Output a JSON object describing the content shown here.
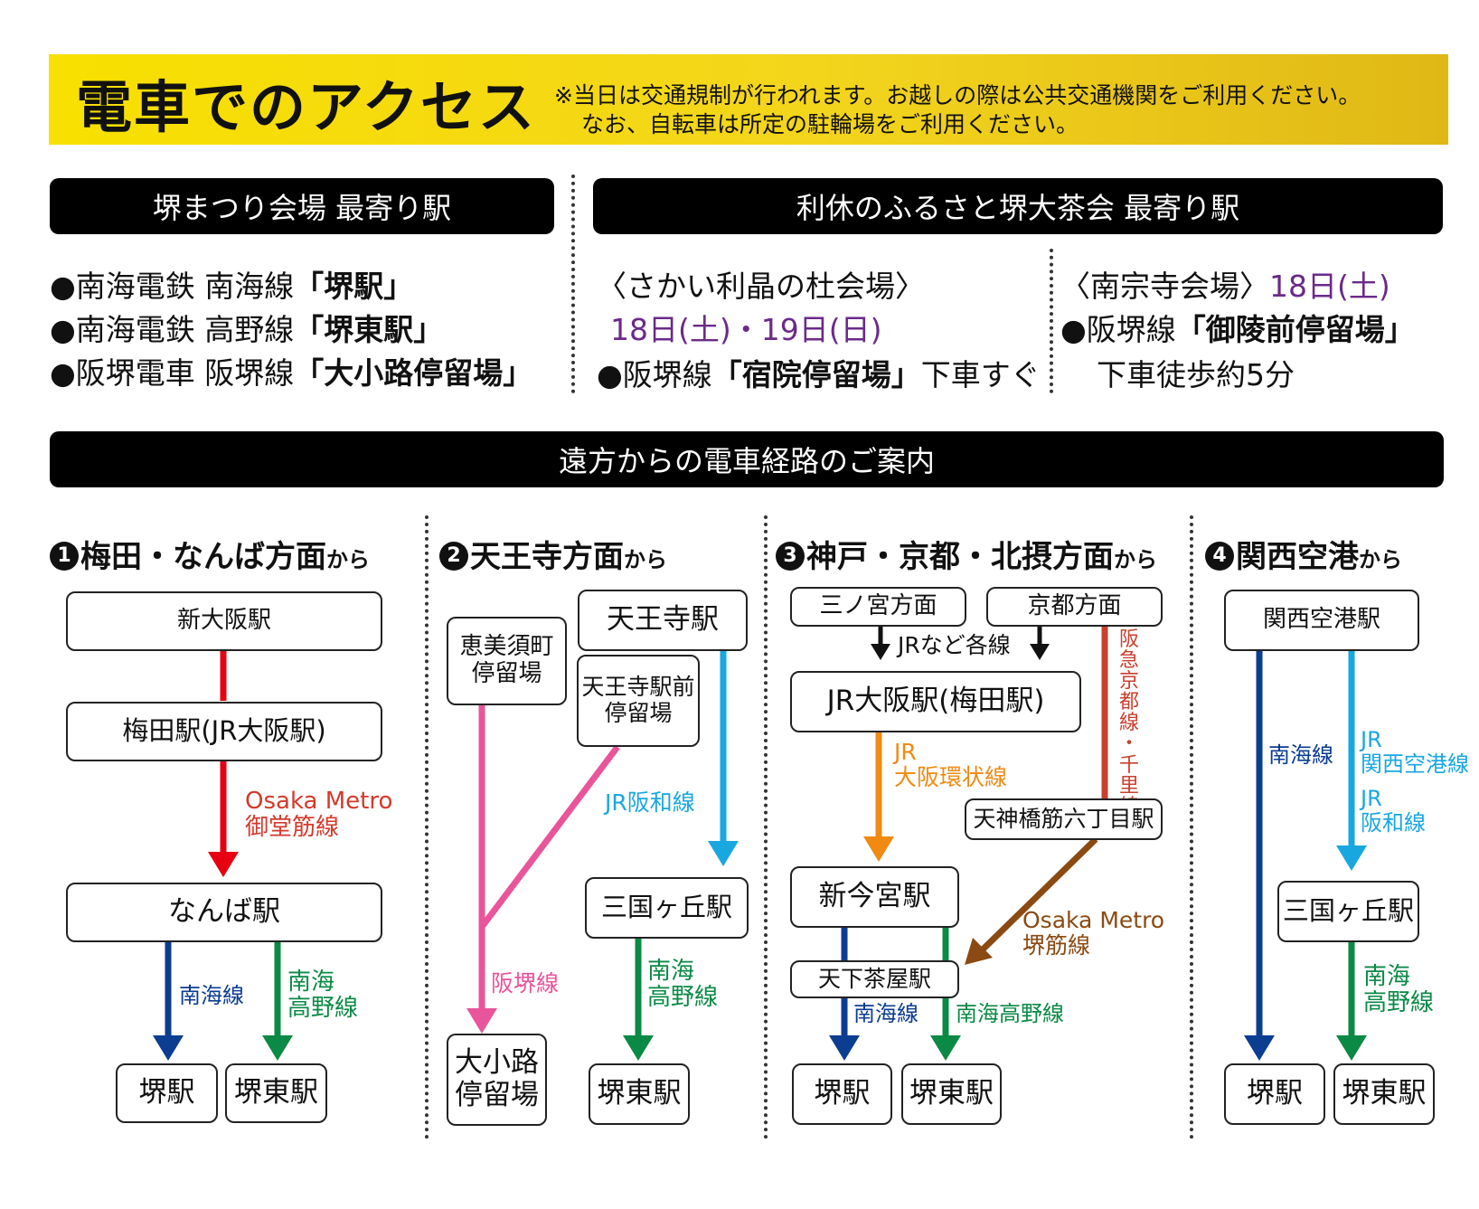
{
  "header": {
    "title": "電車でのアクセス",
    "note_line1": "※当日は交通規制が行われます。お越しの際は公共交通機関をご利用ください。",
    "note_line2": "なお、自転車は所定の駐輪場をご利用ください。"
  },
  "nearest": {
    "left_bar": "堺まつり会場 最寄り駅",
    "right_bar": "利休のふるさと堺大茶会 最寄り駅",
    "left_items": [
      {
        "prefix": "●南海電鉄 南海線",
        "station": "「堺駅」"
      },
      {
        "prefix": "●南海電鉄 高野線",
        "station": "「堺東駅」"
      },
      {
        "prefix": "●阪堺電車 阪堺線",
        "station": "「大小路停留場」"
      }
    ],
    "mid": {
      "venue": "〈さかい利晶の杜会場〉",
      "dates": "18日(土)・19日(日)",
      "prefix": "●阪堺線",
      "station": "「宿院停留場」",
      "suffix": "下車すぐ"
    },
    "right": {
      "venue": "〈南宗寺会場〉",
      "date": "18日(土)",
      "prefix": "●阪堺線",
      "station": "「御陵前停留場」",
      "walk": "下車徒歩約5分"
    }
  },
  "routes_bar": "遠方からの電車経路のご案内",
  "sections": [
    {
      "num": "1",
      "title": "梅田・なんば方面",
      "suffix": "から"
    },
    {
      "num": "2",
      "title": "天王寺方面",
      "suffix": "から"
    },
    {
      "num": "3",
      "title": "神戸・京都・北摂方面",
      "suffix": "から"
    },
    {
      "num": "4",
      "title": "関西空港",
      "suffix": "から"
    }
  ],
  "s1": {
    "shin_osaka": "新大阪駅",
    "umeda": "梅田駅(JR大阪駅)",
    "metro_1": "Osaka Metro",
    "metro_2": "御堂筋線",
    "namba": "なんば駅",
    "nankai": "南海線",
    "koya_1": "南海",
    "koya_2": "高野線",
    "sakai": "堺駅",
    "sakaihigashi": "堺東駅"
  },
  "s2": {
    "ebisucho_1": "恵美須町",
    "ebisucho_2": "停留場",
    "tennoji": "天王寺駅",
    "tennojimae_1": "天王寺駅前",
    "tennojimae_2": "停留場",
    "hanwa": "JR阪和線",
    "hankai": "阪堺線",
    "mikunigaoka": "三国ヶ丘駅",
    "koya_1": "南海",
    "koya_2": "高野線",
    "oshoji_1": "大小路",
    "oshoji_2": "停留場",
    "sakaihigashi": "堺東駅"
  },
  "s3": {
    "sannomiya": "三ノ宮方面",
    "kyoto": "京都方面",
    "jr_lines": "JRなど各線",
    "jr_osaka": "JR大阪駅(梅田駅)",
    "hankyu_1": "阪",
    "hankyu_2": "急",
    "hankyu_3": "京",
    "hankyu_4": "都",
    "hankyu_5": "線",
    "hankyu_6": "・",
    "hankyu_7": "千",
    "hankyu_8": "里",
    "hankyu_9": "線",
    "loop_1": "JR",
    "loop_2": "大阪環状線",
    "tenjinbashi": "天神橋筋六丁目駅",
    "shin_imamiya": "新今宮駅",
    "metro_1": "Osaka Metro",
    "metro_2": "堺筋線",
    "tengachaya": "天下茶屋駅",
    "nankai": "南海線",
    "koya": "南海高野線",
    "sakai": "堺駅",
    "sakaihigashi": "堺東駅"
  },
  "s4": {
    "kix": "関西空港駅",
    "nankai": "南海線",
    "jr1_1": "JR",
    "jr1_2": "関西空港線",
    "jr2_1": "JR",
    "jr2_2": "阪和線",
    "mikunigaoka": "三国ヶ丘駅",
    "koya_1": "南海",
    "koya_2": "高野線",
    "sakai": "堺駅",
    "sakaihigashi": "堺東駅"
  },
  "colors": {
    "midosuji": "#e60012",
    "nankai": "#0b3d91",
    "koya": "#0a8a45",
    "hankai": "#e9559b",
    "hanwa": "#19a7e0",
    "loop": "#f08a12",
    "hankyu": "#c8402e",
    "sakaisuji": "#8b4a12",
    "purple": "#6b2a8a"
  }
}
